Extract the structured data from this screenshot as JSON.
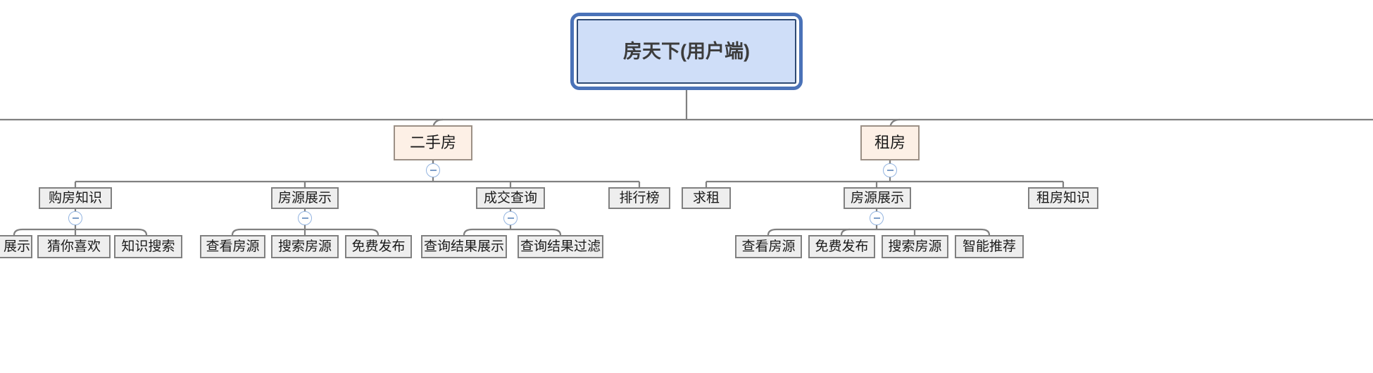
{
  "diagram": {
    "type": "mind-map-tree",
    "orientation": "top-down",
    "title_node": "房天下(用户端)",
    "colors": {
      "root_fill": "#cfdef8",
      "root_outer_border": "#4a72b8",
      "root_inner_border": "#2e4a74",
      "branch_fill": "#fdf0e6",
      "branch_border": "#9c9086",
      "leaf_fill": "#eeeeee",
      "leaf_border": "#808080",
      "connector": "#808080",
      "toggle_border": "#93b4e0",
      "toggle_glyph": "#7d9ec9"
    },
    "nodes": {
      "root": {
        "label": "房天下(用户端)"
      },
      "level2": [
        {
          "id": "ershoufang",
          "label": "二手房",
          "collapsible": true
        },
        {
          "id": "zufang",
          "label": "租房",
          "collapsible": true
        }
      ],
      "level3": [
        {
          "id": "goufangzhishi",
          "label": "购房知识",
          "parent": "ershoufang",
          "collapsible": true
        },
        {
          "id": "fangyuanzhanshi_1",
          "label": "房源展示",
          "parent": "ershoufang",
          "collapsible": true
        },
        {
          "id": "chengjiaochaxun",
          "label": "成交查询",
          "parent": "ershoufang",
          "collapsible": true
        },
        {
          "id": "paihangbang",
          "label": "排行榜",
          "parent": "ershoufang",
          "collapsible": false
        },
        {
          "id": "qiuzu",
          "label": "求租",
          "parent": "zufang",
          "collapsible": false
        },
        {
          "id": "fangyuanzhanshi_2",
          "label": "房源展示",
          "parent": "zufang",
          "collapsible": true
        },
        {
          "id": "zufangzhishi",
          "label": "租房知识",
          "parent": "zufang",
          "collapsible": false
        }
      ],
      "level4": [
        {
          "id": "zhanshi_clipped",
          "label": "展示",
          "parent": "goufangzhishi",
          "clipped": true
        },
        {
          "id": "cainixihuan",
          "label": "猜你喜欢",
          "parent": "goufangzhishi"
        },
        {
          "id": "zhishisousuo",
          "label": "知识搜索",
          "parent": "goufangzhishi"
        },
        {
          "id": "chakanfangyuan_1",
          "label": "查看房源",
          "parent": "fangyuanzhanshi_1"
        },
        {
          "id": "sousuofangyuan_1",
          "label": "搜索房源",
          "parent": "fangyuanzhanshi_1"
        },
        {
          "id": "mianfeifabu_1",
          "label": "免费发布",
          "parent": "fangyuanzhanshi_1"
        },
        {
          "id": "chaxunjieguozhanshi",
          "label": "查询结果展示",
          "parent": "chengjiaochaxun"
        },
        {
          "id": "chaxunjieguoguolv",
          "label": "查询结果过滤",
          "parent": "chengjiaochaxun"
        },
        {
          "id": "chakanfangyuan_2",
          "label": "查看房源",
          "parent": "fangyuanzhanshi_2"
        },
        {
          "id": "mianfeifabu_2",
          "label": "免费发布",
          "parent": "fangyuanzhanshi_2"
        },
        {
          "id": "sousuofangyuan_2",
          "label": "搜索房源",
          "parent": "fangyuanzhanshi_2"
        },
        {
          "id": "zhinengtuijian",
          "label": "智能推荐",
          "parent": "fangyuanzhanshi_2"
        }
      ]
    }
  }
}
